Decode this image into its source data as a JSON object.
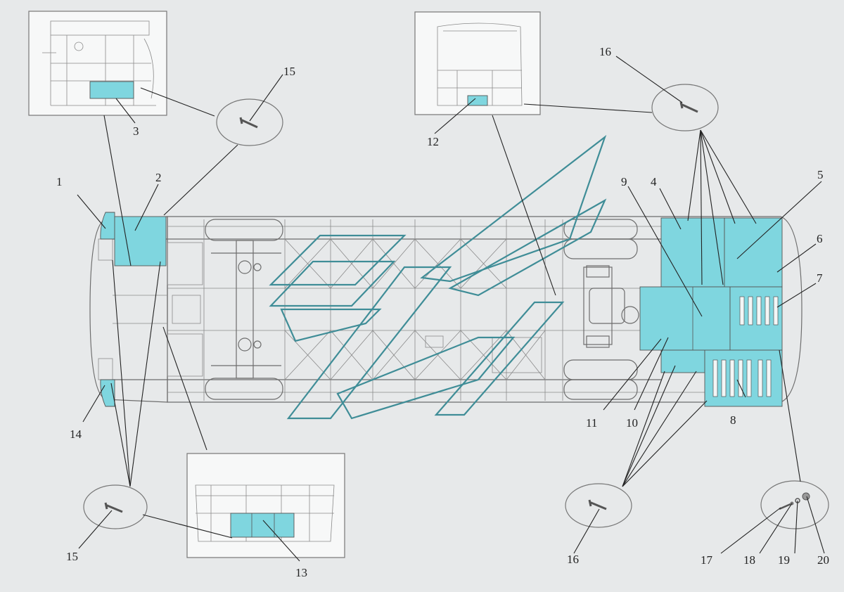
{
  "colors": {
    "background": "#e7e9ea",
    "panel_fill": "#7fd6df",
    "logo_stroke": "#3f8d97",
    "frame_line": "#777777",
    "callout_text": "#222222"
  },
  "callouts": [
    {
      "id": "1",
      "label": "1"
    },
    {
      "id": "2",
      "label": "2"
    },
    {
      "id": "3",
      "label": "3"
    },
    {
      "id": "4",
      "label": "4"
    },
    {
      "id": "5",
      "label": "5"
    },
    {
      "id": "6",
      "label": "6"
    },
    {
      "id": "7",
      "label": "7"
    },
    {
      "id": "8",
      "label": "8"
    },
    {
      "id": "9",
      "label": "9"
    },
    {
      "id": "10",
      "label": "10"
    },
    {
      "id": "11",
      "label": "11"
    },
    {
      "id": "12",
      "label": "12"
    },
    {
      "id": "13",
      "label": "13"
    },
    {
      "id": "14",
      "label": "14"
    },
    {
      "id": "15a",
      "label": "15"
    },
    {
      "id": "15b",
      "label": "15"
    },
    {
      "id": "16a",
      "label": "16"
    },
    {
      "id": "16b",
      "label": "16"
    },
    {
      "id": "17",
      "label": "17"
    },
    {
      "id": "18",
      "label": "18"
    },
    {
      "id": "19",
      "label": "19"
    },
    {
      "id": "20",
      "label": "20"
    }
  ]
}
